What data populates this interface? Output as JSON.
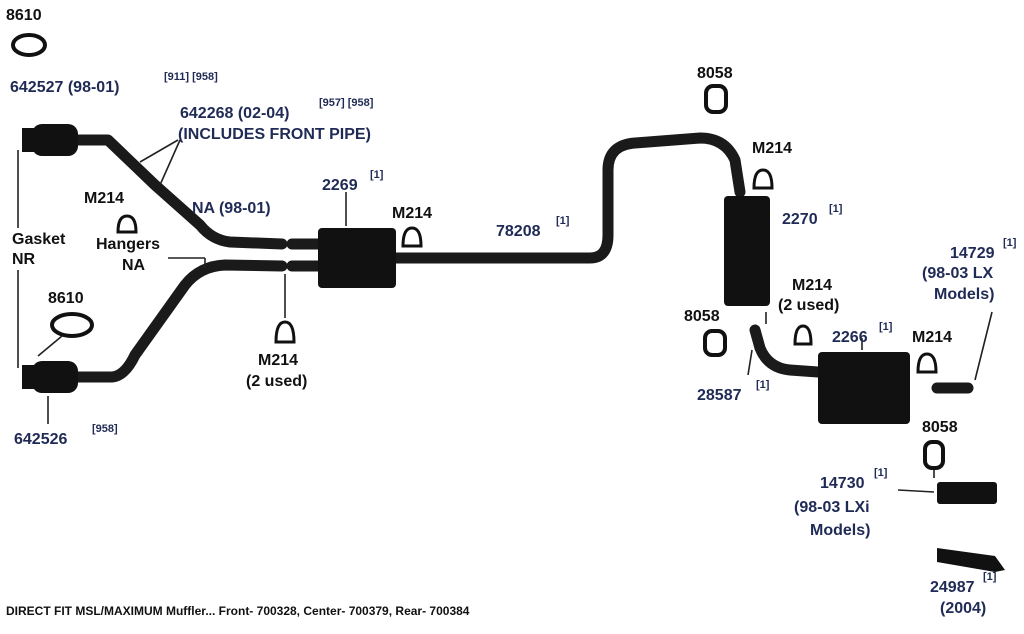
{
  "labels": {
    "clamp_top": "8610",
    "conv_upper": "642527 (98-01)",
    "conv_upper_sup": "[911] [958]",
    "front_pipe": "642268 (02-04)",
    "front_pipe_sup": "[957] [958]",
    "includes_front_pipe": "(INCLUDES FRONT PIPE)",
    "hanger_left": "M214",
    "na_9801": "NA (98-01)",
    "hangers": "Hangers",
    "hangers_na": "NA",
    "gasket": "Gasket",
    "gasket_nr": "NR",
    "clamp_mid": "8610",
    "conv_lower": "642526",
    "conv_lower_sup": "[958]",
    "muffler_front": "2269",
    "muffler_front_sup": "[1]",
    "hanger_front_muffler": "M214",
    "hanger_bottom": "M214",
    "hanger_bottom_note": "(2 used)",
    "mid_pipe": "78208",
    "mid_pipe_sup": "[1]",
    "hanger_top_right": "8058",
    "hanger_over_pipe": "M214",
    "muffler_center": "2270",
    "muffler_center_sup": "[1]",
    "hanger_center": "M214",
    "hanger_center_note": "(2 used)",
    "hanger_left_rear": "8058",
    "clamp_rear": "28587",
    "clamp_rear_sup": "[1]",
    "muffler_rear": "2266",
    "muffler_rear_sup": "[1]",
    "hanger_rear": "M214",
    "tip_lx": "14729",
    "tip_lx_sup": "[1]",
    "tip_lx_note1": "(98-03 LX",
    "tip_lx_note2": "Models)",
    "hanger_rear_low": "8058",
    "tip_lxi": "14730",
    "tip_lxi_sup": "[1]",
    "tip_lxi_note1": "(98-03 LXi",
    "tip_lxi_note2": "Models)",
    "tip_2004": "24987",
    "tip_2004_sup": "[1]",
    "tip_2004_note": "(2004)"
  },
  "footer": "DIRECT FIT MSL/MAXIMUM Muffler... Front- 700328, Center- 700379, Rear- 700384",
  "colors": {
    "label": "#1f2a55",
    "part": "#1a1a1a",
    "background": "#ffffff"
  },
  "icons": [
    "clamp-icon",
    "hanger-icon",
    "isolator-icon",
    "catalytic-converter-icon",
    "muffler-icon",
    "pipe-icon"
  ]
}
